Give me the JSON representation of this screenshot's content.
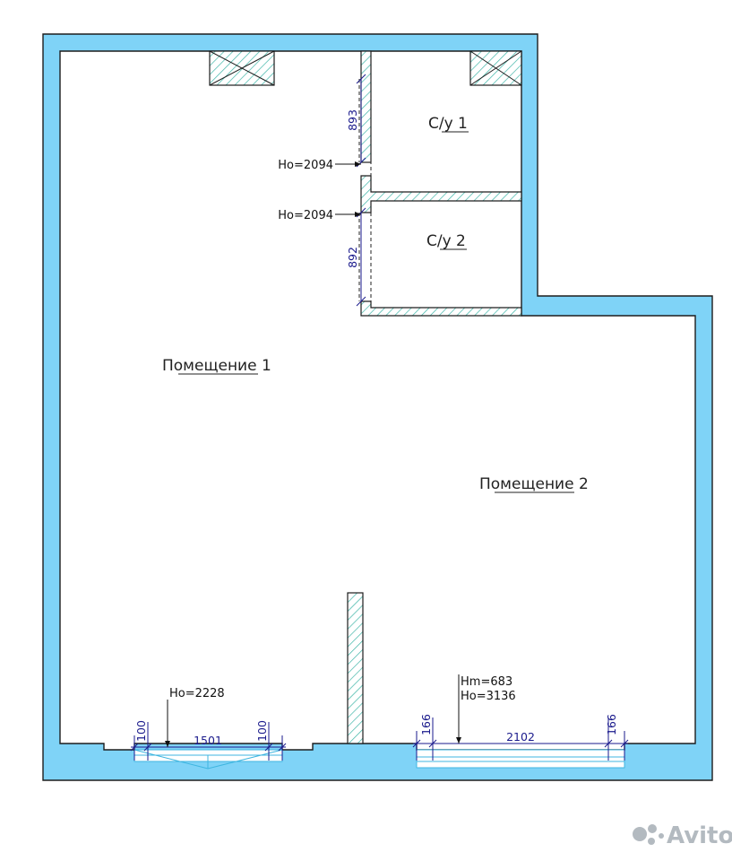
{
  "rooms": {
    "room1": "Помещение 1",
    "room2": "Помещение 2",
    "bath1": "С/у 1",
    "bath2": "С/у 2"
  },
  "dimensions": {
    "bath1_width": "893",
    "bath2_width": "892",
    "window1_left_pier": "100",
    "window1_width": "1501",
    "window1_right_pier": "100",
    "window2_left_pier": "166",
    "window2_width": "2102",
    "window2_right_pier": "166"
  },
  "notes": {
    "bath1_door_height": "Ho=2094",
    "bath2_door_height": "Ho=2094",
    "window1_height": "Ho=2228",
    "window2_sill": "Hm=683",
    "window2_height": "Ho=3136"
  },
  "watermark": "Avito",
  "colors": {
    "wall": "#7fd3f7",
    "dimension": "#1a1a8c",
    "window": "#3fb6e0"
  }
}
